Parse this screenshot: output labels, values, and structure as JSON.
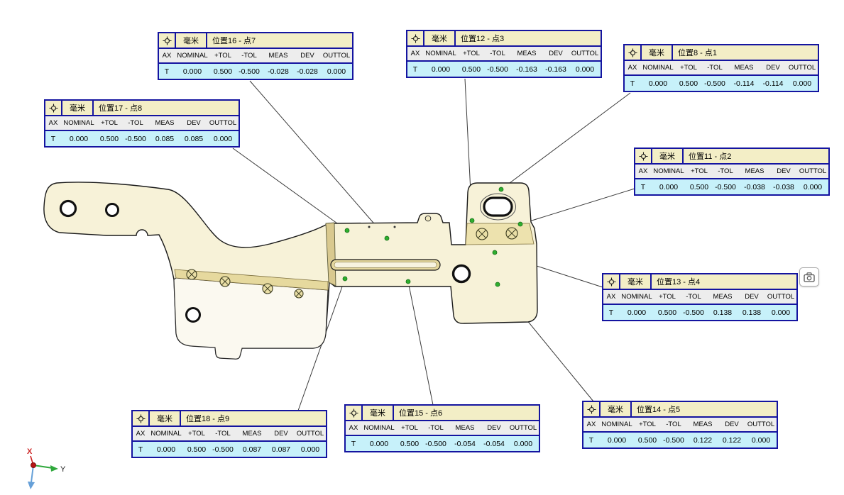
{
  "window": {
    "background": "#ffffff"
  },
  "columns": [
    "AX",
    "NOMINAL",
    "+TOL",
    "-TOL",
    "MEAS",
    "DEV",
    "OUTTOL"
  ],
  "labels": [
    {
      "unit": "毫米",
      "title": "位置16 - 点7",
      "values": [
        "T",
        "0.000",
        "0.500",
        "-0.500",
        "-0.028",
        "-0.028",
        "0.000"
      ]
    },
    {
      "unit": "毫米",
      "title": "位置12 - 点3",
      "values": [
        "T",
        "0.000",
        "0.500",
        "-0.500",
        "-0.163",
        "-0.163",
        "0.000"
      ]
    },
    {
      "unit": "毫米",
      "title": "位置8 - 点1",
      "values": [
        "T",
        "0.000",
        "0.500",
        "-0.500",
        "-0.114",
        "-0.114",
        "0.000"
      ]
    },
    {
      "unit": "毫米",
      "title": "位置17 - 点8",
      "values": [
        "T",
        "0.000",
        "0.500",
        "-0.500",
        "0.085",
        "0.085",
        "0.000"
      ]
    },
    {
      "unit": "毫米",
      "title": "位置11 - 点2",
      "values": [
        "T",
        "0.000",
        "0.500",
        "-0.500",
        "-0.038",
        "-0.038",
        "0.000"
      ]
    },
    {
      "unit": "毫米",
      "title": "位置13 - 点4",
      "values": [
        "T",
        "0.000",
        "0.500",
        "-0.500",
        "0.138",
        "0.138",
        "0.000"
      ]
    },
    {
      "unit": "毫米",
      "title": "位置14 - 点5",
      "values": [
        "T",
        "0.000",
        "0.500",
        "-0.500",
        "0.122",
        "0.122",
        "0.000"
      ]
    },
    {
      "unit": "毫米",
      "title": "位置15 - 点6",
      "values": [
        "T",
        "0.000",
        "0.500",
        "-0.500",
        "-0.054",
        "-0.054",
        "0.000"
      ]
    },
    {
      "unit": "毫米",
      "title": "位置18 - 点9",
      "values": [
        "T",
        "0.000",
        "0.500",
        "-0.500",
        "0.087",
        "0.087",
        "0.000"
      ]
    }
  ],
  "triad": {
    "x_label": "X",
    "y_label": "Y"
  },
  "icons": {
    "label_header": "position-crosshair-icon",
    "floating_button": "camera-icon",
    "fastener": "circle-cross-icon"
  },
  "colors": {
    "label_border": "#1414A0",
    "label_header_bg": "#F3EEC6",
    "label_columns_bg": "#EDEDED",
    "label_data_bg": "#C7F1FA",
    "part_fill": "#F7F2D8",
    "part_accent": "#D9C98F",
    "measurement_point": "#2EAE2E",
    "axis_x": "#CC2222",
    "axis_y": "#2FA83C",
    "axis_z": "#66A0D8"
  }
}
